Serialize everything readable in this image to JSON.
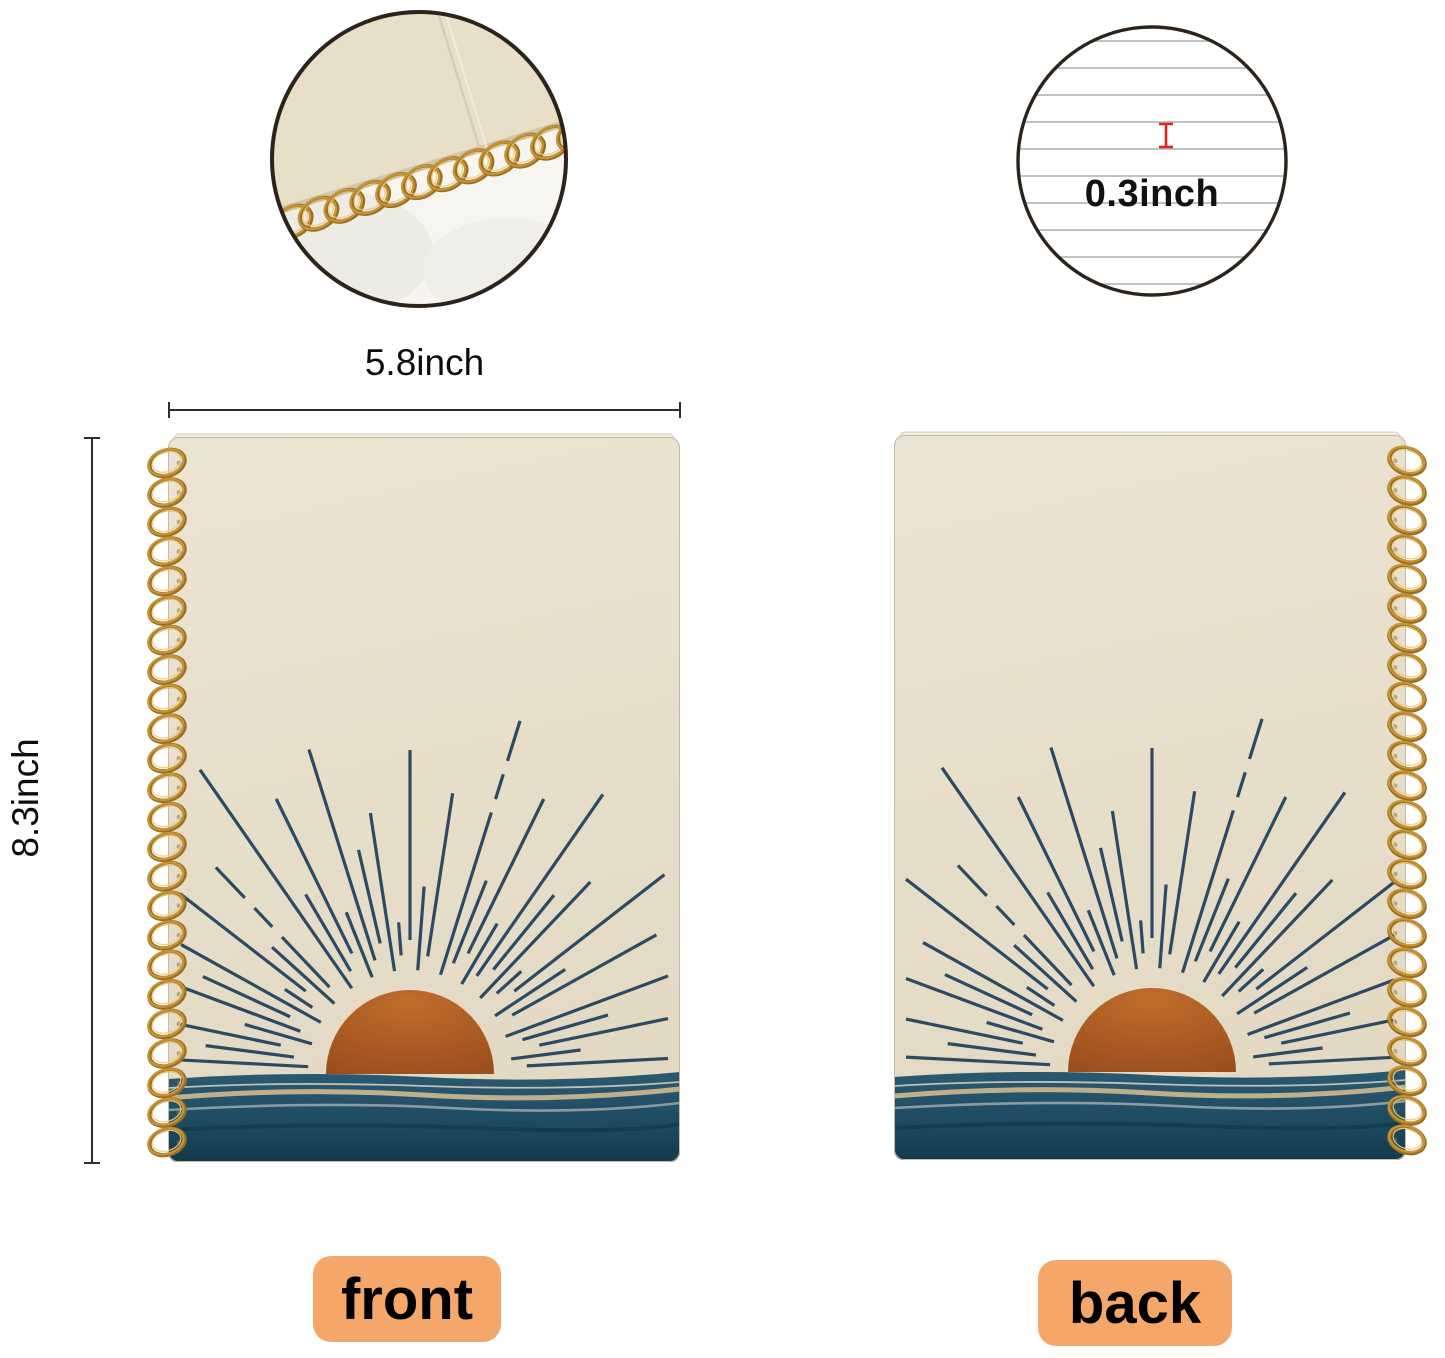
{
  "annotations": {
    "width": "5.8inch",
    "height": "8.3inch",
    "line_spacing": "0.3inch"
  },
  "labels": {
    "front": "front",
    "back": "back"
  },
  "colors": {
    "cover": "#e7decb",
    "rays": "#2c4a63",
    "sun": "#a85a22",
    "water": "#1c4a60",
    "spiral_wire": "#c6943c",
    "label_background": "#f5a76a",
    "dimension_line": "#2e2e2e",
    "marker_red": "#e3201d"
  }
}
